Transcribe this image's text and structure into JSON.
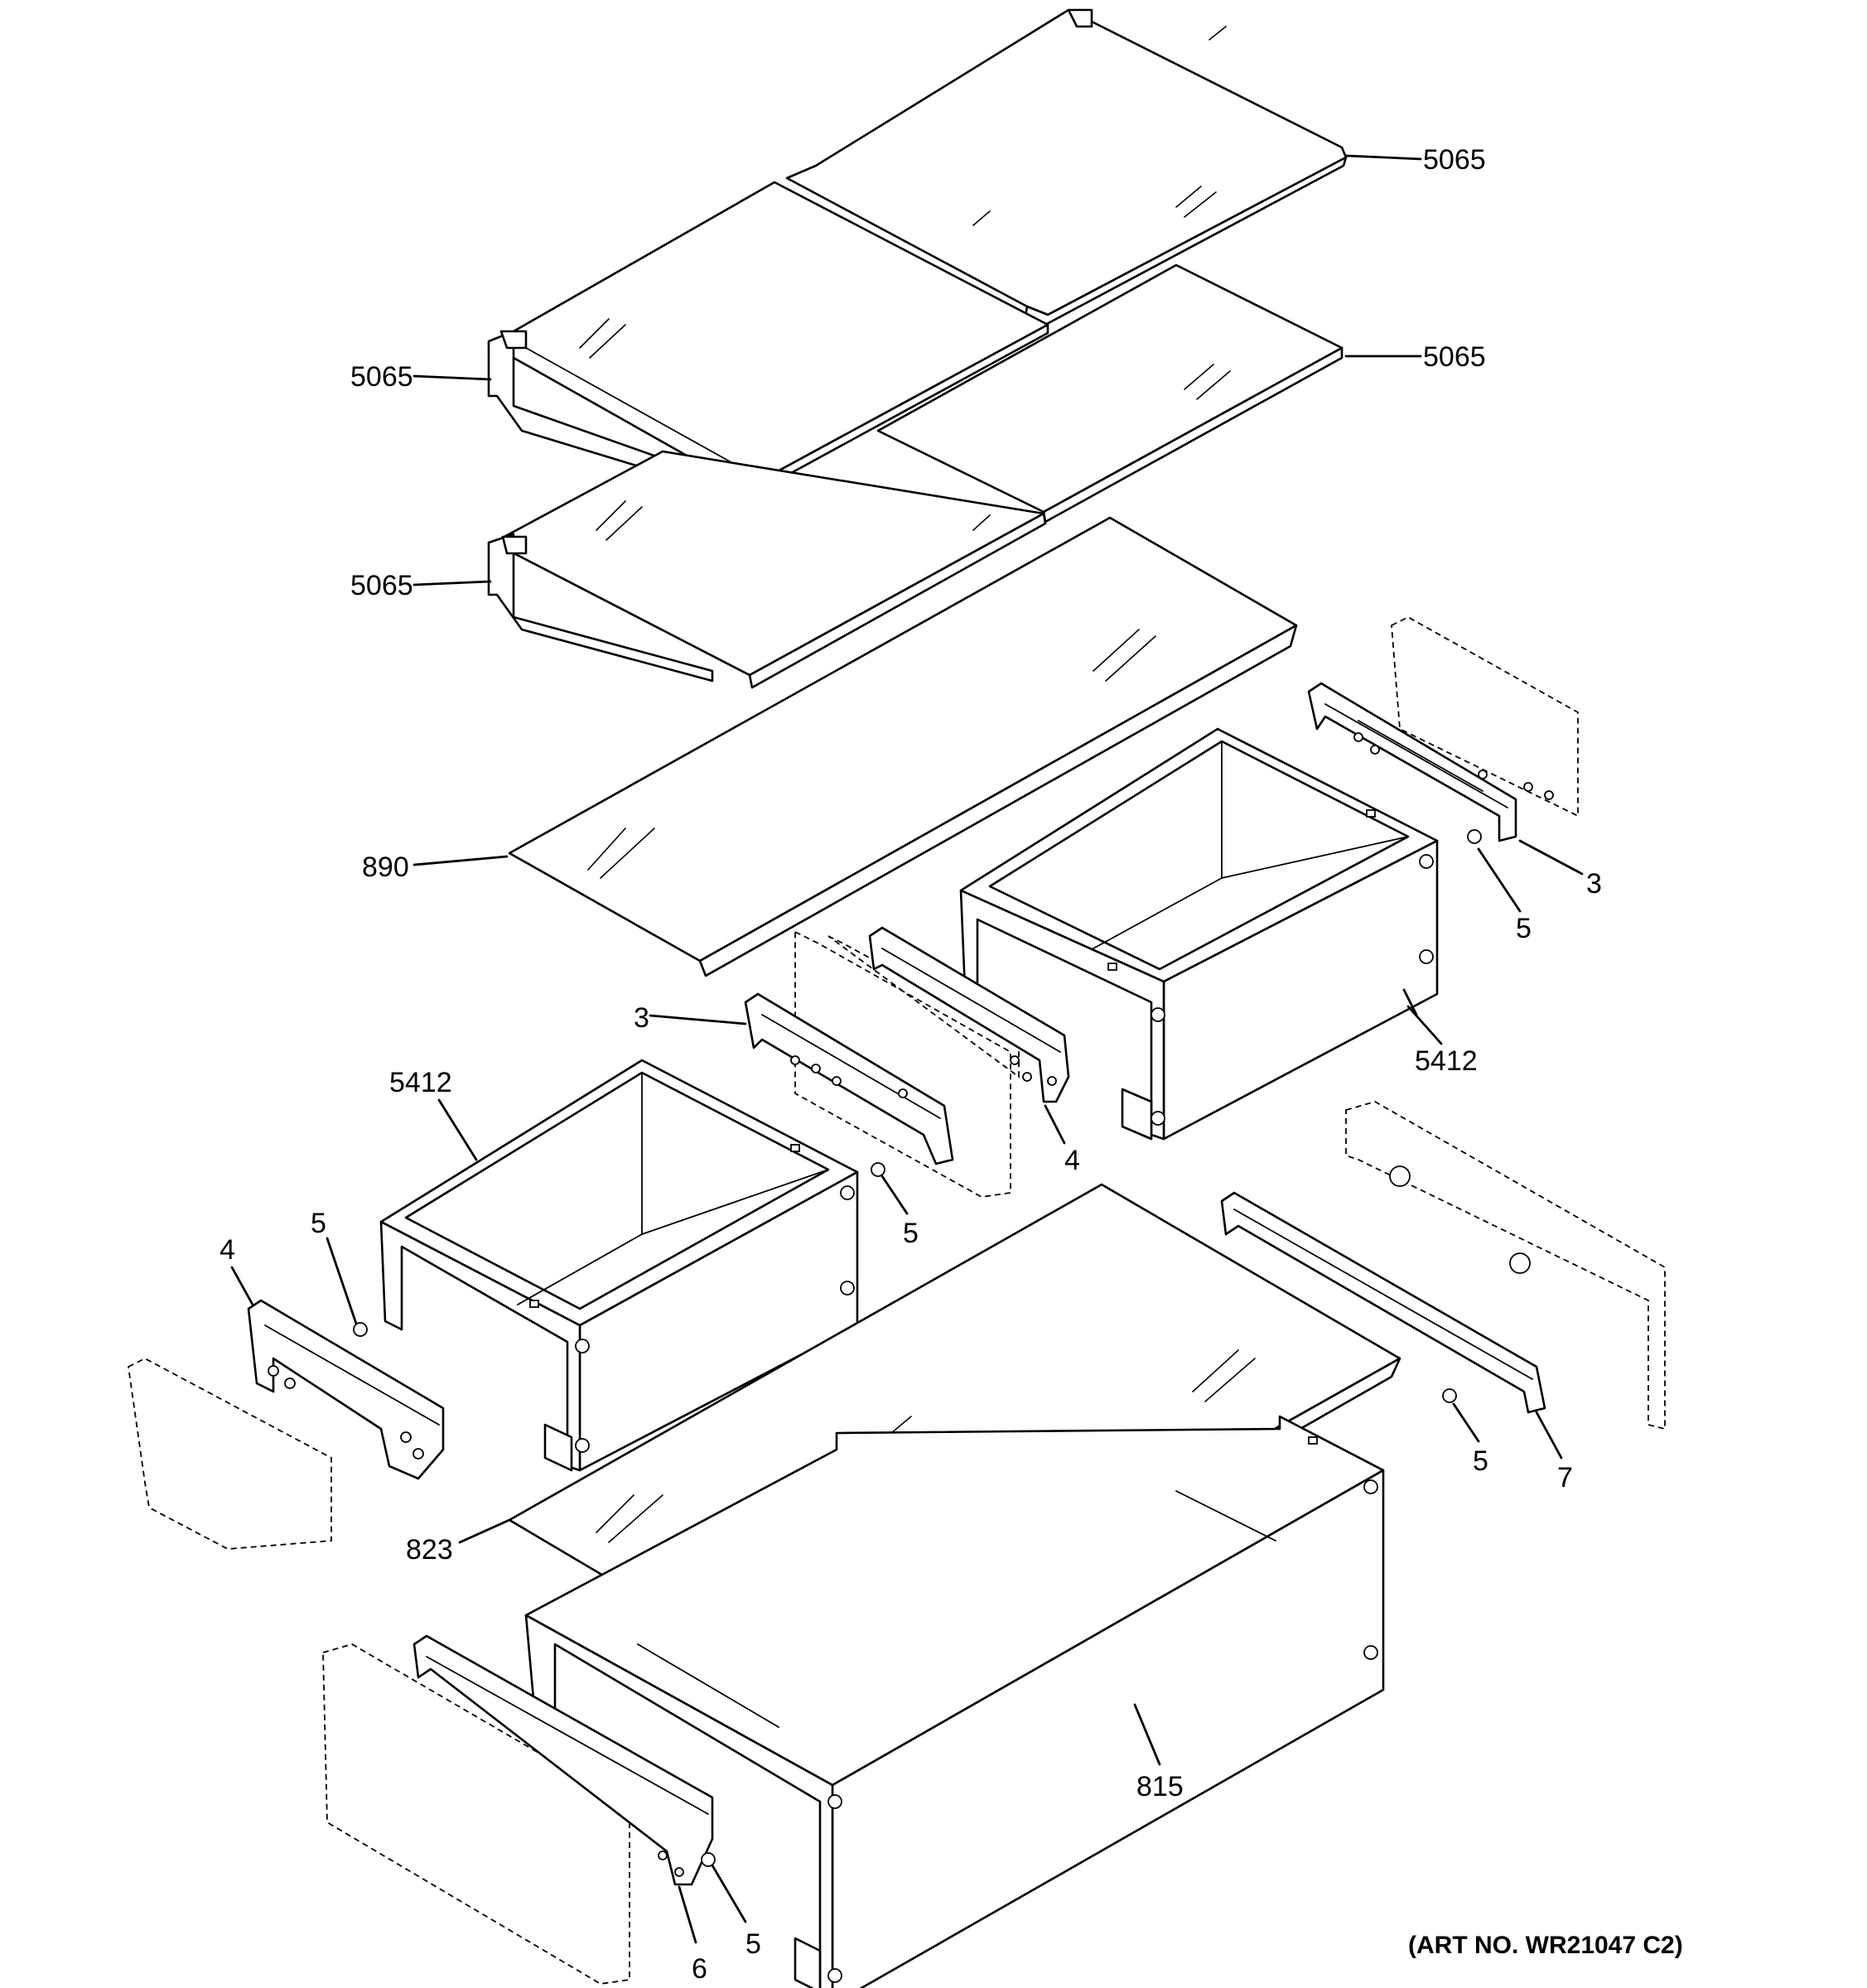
{
  "callouts": {
    "shelf_right_top": "5065",
    "shelf_left_upper": "5065",
    "shelf_right_lower": "5065",
    "shelf_left_lower": "5065",
    "glass_cover_upper": "890",
    "slide_right_upper": "3",
    "nut_right_upper": "5",
    "pan_right": "5412",
    "slide_center": "3",
    "slide_center_left": "4",
    "nut_center": "5",
    "pan_left": "5412",
    "nut_left": "5",
    "slide_left": "4",
    "slide_right_lower": "7",
    "nut_right_lower": "5",
    "glass_cover_lower": "823",
    "drawer_lower": "815",
    "slide_bottom": "6",
    "nut_bottom": "5"
  },
  "art_number": "(ART NO. WR21047 C2)"
}
